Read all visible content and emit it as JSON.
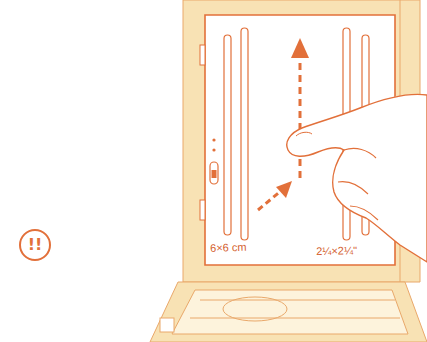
{
  "diagram": {
    "nodes": [
      {
        "text": [
          "!!"
        ]
      }
    ],
    "labels": [
      "6×6 cm",
      "2¼×2¼\""
    ]
  }
}
